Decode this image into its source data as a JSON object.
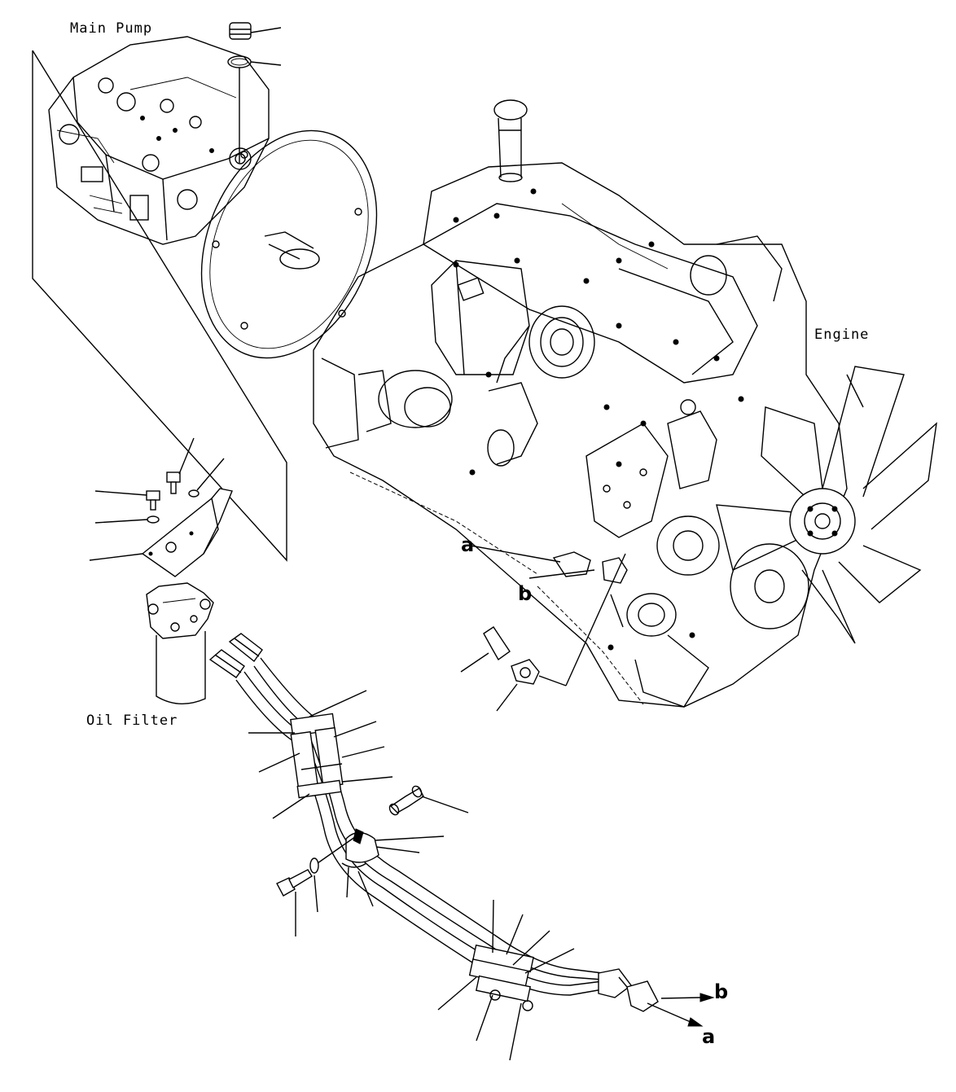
{
  "labels": {
    "main_pump": "Main Pump",
    "engine": "Engine",
    "oil_filter": "Oil Filter",
    "marker_a": "a",
    "marker_b": "b"
  }
}
